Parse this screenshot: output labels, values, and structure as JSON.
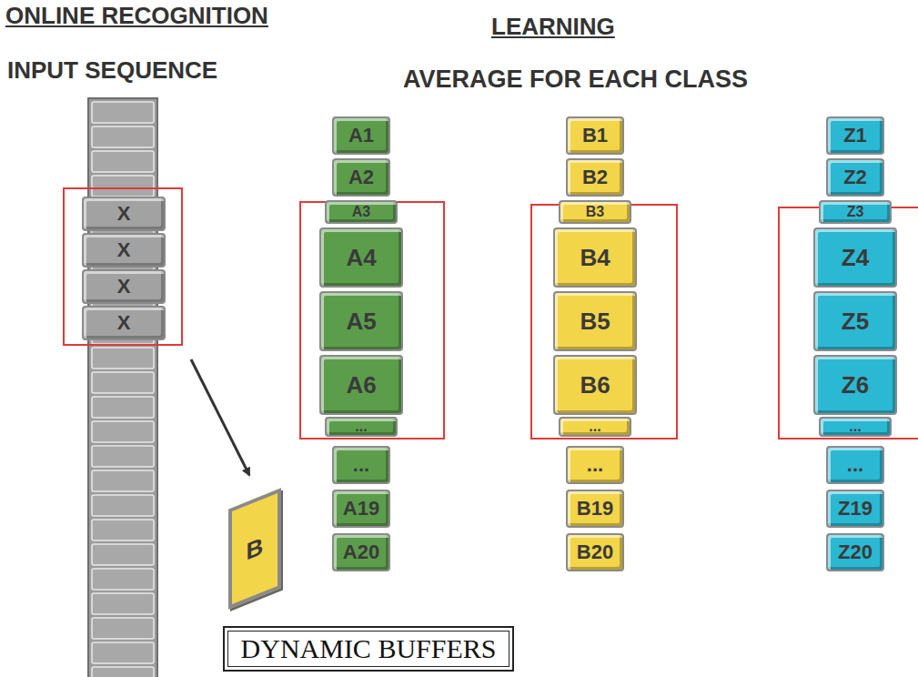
{
  "diagram": {
    "nodes": [
      {
        "text": [
          "X"
        ]
      },
      {
        "text": [
          "X"
        ]
      },
      {
        "text": [
          "X"
        ]
      },
      {
        "text": [
          "X"
        ]
      },
      {
        "text": [
          "A1"
        ]
      },
      {
        "text": [
          "A2"
        ]
      },
      {
        "text": [
          "A3"
        ]
      },
      {
        "text": [
          "A4"
        ]
      },
      {
        "text": [
          "A5"
        ]
      },
      {
        "text": [
          "A6"
        ]
      },
      {
        "text": [
          "..."
        ]
      },
      {
        "text": [
          "..."
        ]
      },
      {
        "text": [
          "A19"
        ]
      },
      {
        "text": [
          "A20"
        ]
      },
      {
        "text": [
          "B1"
        ]
      },
      {
        "text": [
          "B2"
        ]
      },
      {
        "text": [
          "B3"
        ]
      },
      {
        "text": [
          "B4"
        ]
      },
      {
        "text": [
          "B5"
        ]
      },
      {
        "text": [
          "B6"
        ]
      },
      {
        "text": [
          "..."
        ]
      },
      {
        "text": [
          "..."
        ]
      },
      {
        "text": [
          "B19"
        ]
      },
      {
        "text": [
          "B20"
        ]
      },
      {
        "text": [
          "Z1"
        ]
      },
      {
        "text": [
          "Z2"
        ]
      },
      {
        "text": [
          "Z3"
        ]
      },
      {
        "text": [
          "Z4"
        ]
      },
      {
        "text": [
          "Z5"
        ]
      },
      {
        "text": [
          "Z6"
        ]
      },
      {
        "text": [
          "..."
        ]
      },
      {
        "text": [
          "..."
        ]
      },
      {
        "text": [
          "Z19"
        ]
      },
      {
        "text": [
          "Z20"
        ]
      },
      {
        "text": [
          "B"
        ]
      },
      {
        "text": [
          "DYNAMIC BUFFERS"
        ]
      }
    ],
    "labels": [
      "ONLINE RECOGNITION",
      "LEARNING",
      "INPUT SEQUENCE",
      "AVERAGE FOR EACH CLASS"
    ]
  }
}
